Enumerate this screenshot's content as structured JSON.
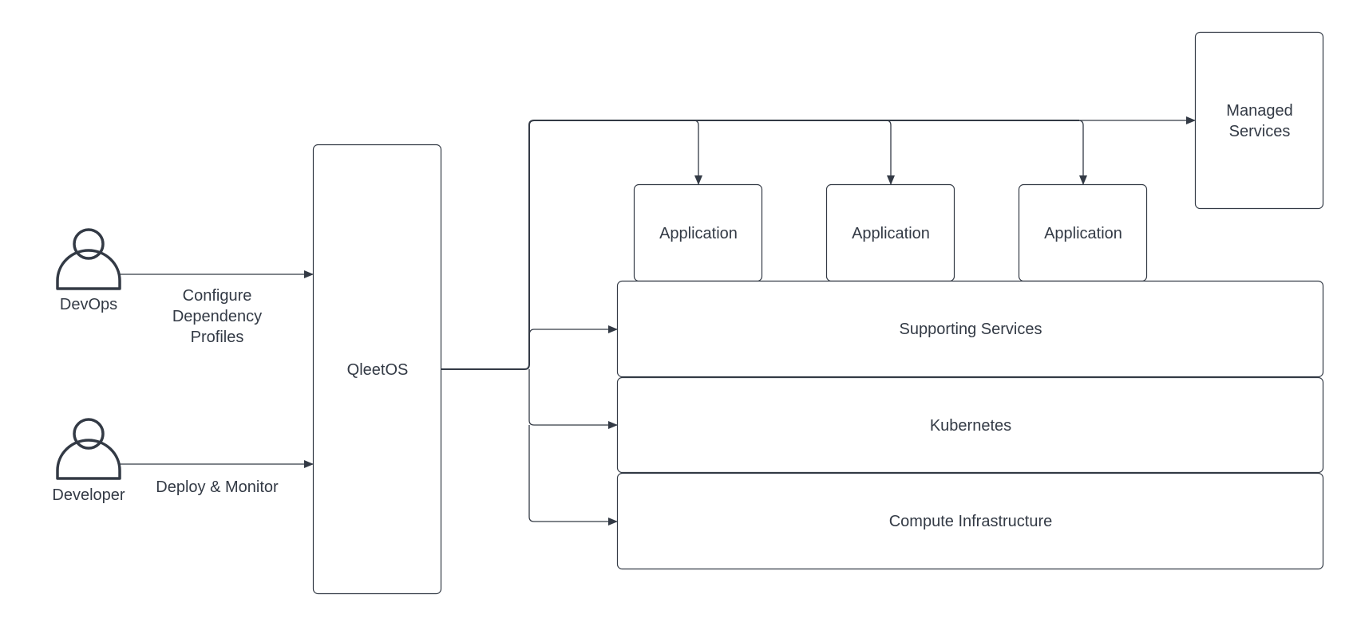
{
  "actors": [
    {
      "id": "devops",
      "label": "DevOps",
      "edge_label_lines": [
        "Configure",
        "Dependency",
        "Profiles"
      ]
    },
    {
      "id": "developer",
      "label": "Developer",
      "edge_label_lines": [
        "Deploy & Monitor"
      ]
    }
  ],
  "nodes": {
    "platform": "QleetOS",
    "managed_services_lines": [
      "Managed",
      "Services"
    ],
    "applications": [
      "Application",
      "Application",
      "Application"
    ],
    "layers": [
      "Supporting Services",
      "Kubernetes",
      "Compute Infrastructure"
    ]
  },
  "colors": {
    "line": "#333a45",
    "box_border": "#333a45",
    "text": "#333a45",
    "background": "#ffffff"
  },
  "icons": {
    "actor": "person-icon"
  }
}
